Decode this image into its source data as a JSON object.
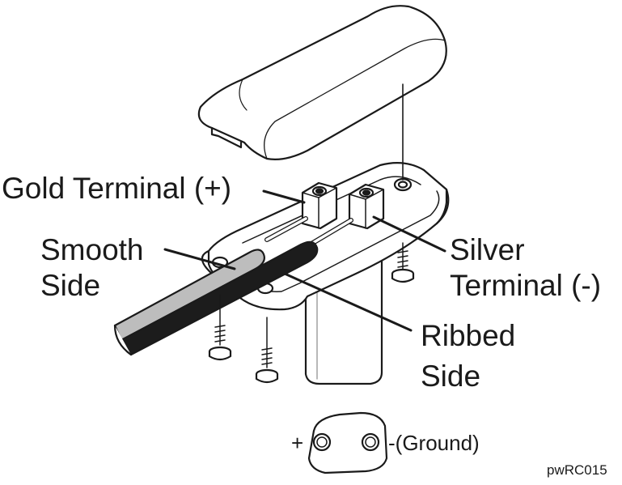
{
  "labels": {
    "gold_terminal": "Gold Terminal (+)",
    "smooth_side_line1": "Smooth",
    "smooth_side_line2": "Side",
    "silver_terminal_line1": "Silver",
    "silver_terminal_line2": "Terminal (-)",
    "ribbed_side_line1": "Ribbed",
    "ribbed_side_line2": "Side",
    "plus_sign": "+",
    "ground_label": "-(Ground)",
    "figure_code": "pwRC015"
  },
  "colors": {
    "outline": "#1a1a1a",
    "fill": "#ffffff",
    "shade": "#e6e6e6",
    "wire_dark": "#1c1c1c",
    "wire_light": "#bdbdbd"
  }
}
